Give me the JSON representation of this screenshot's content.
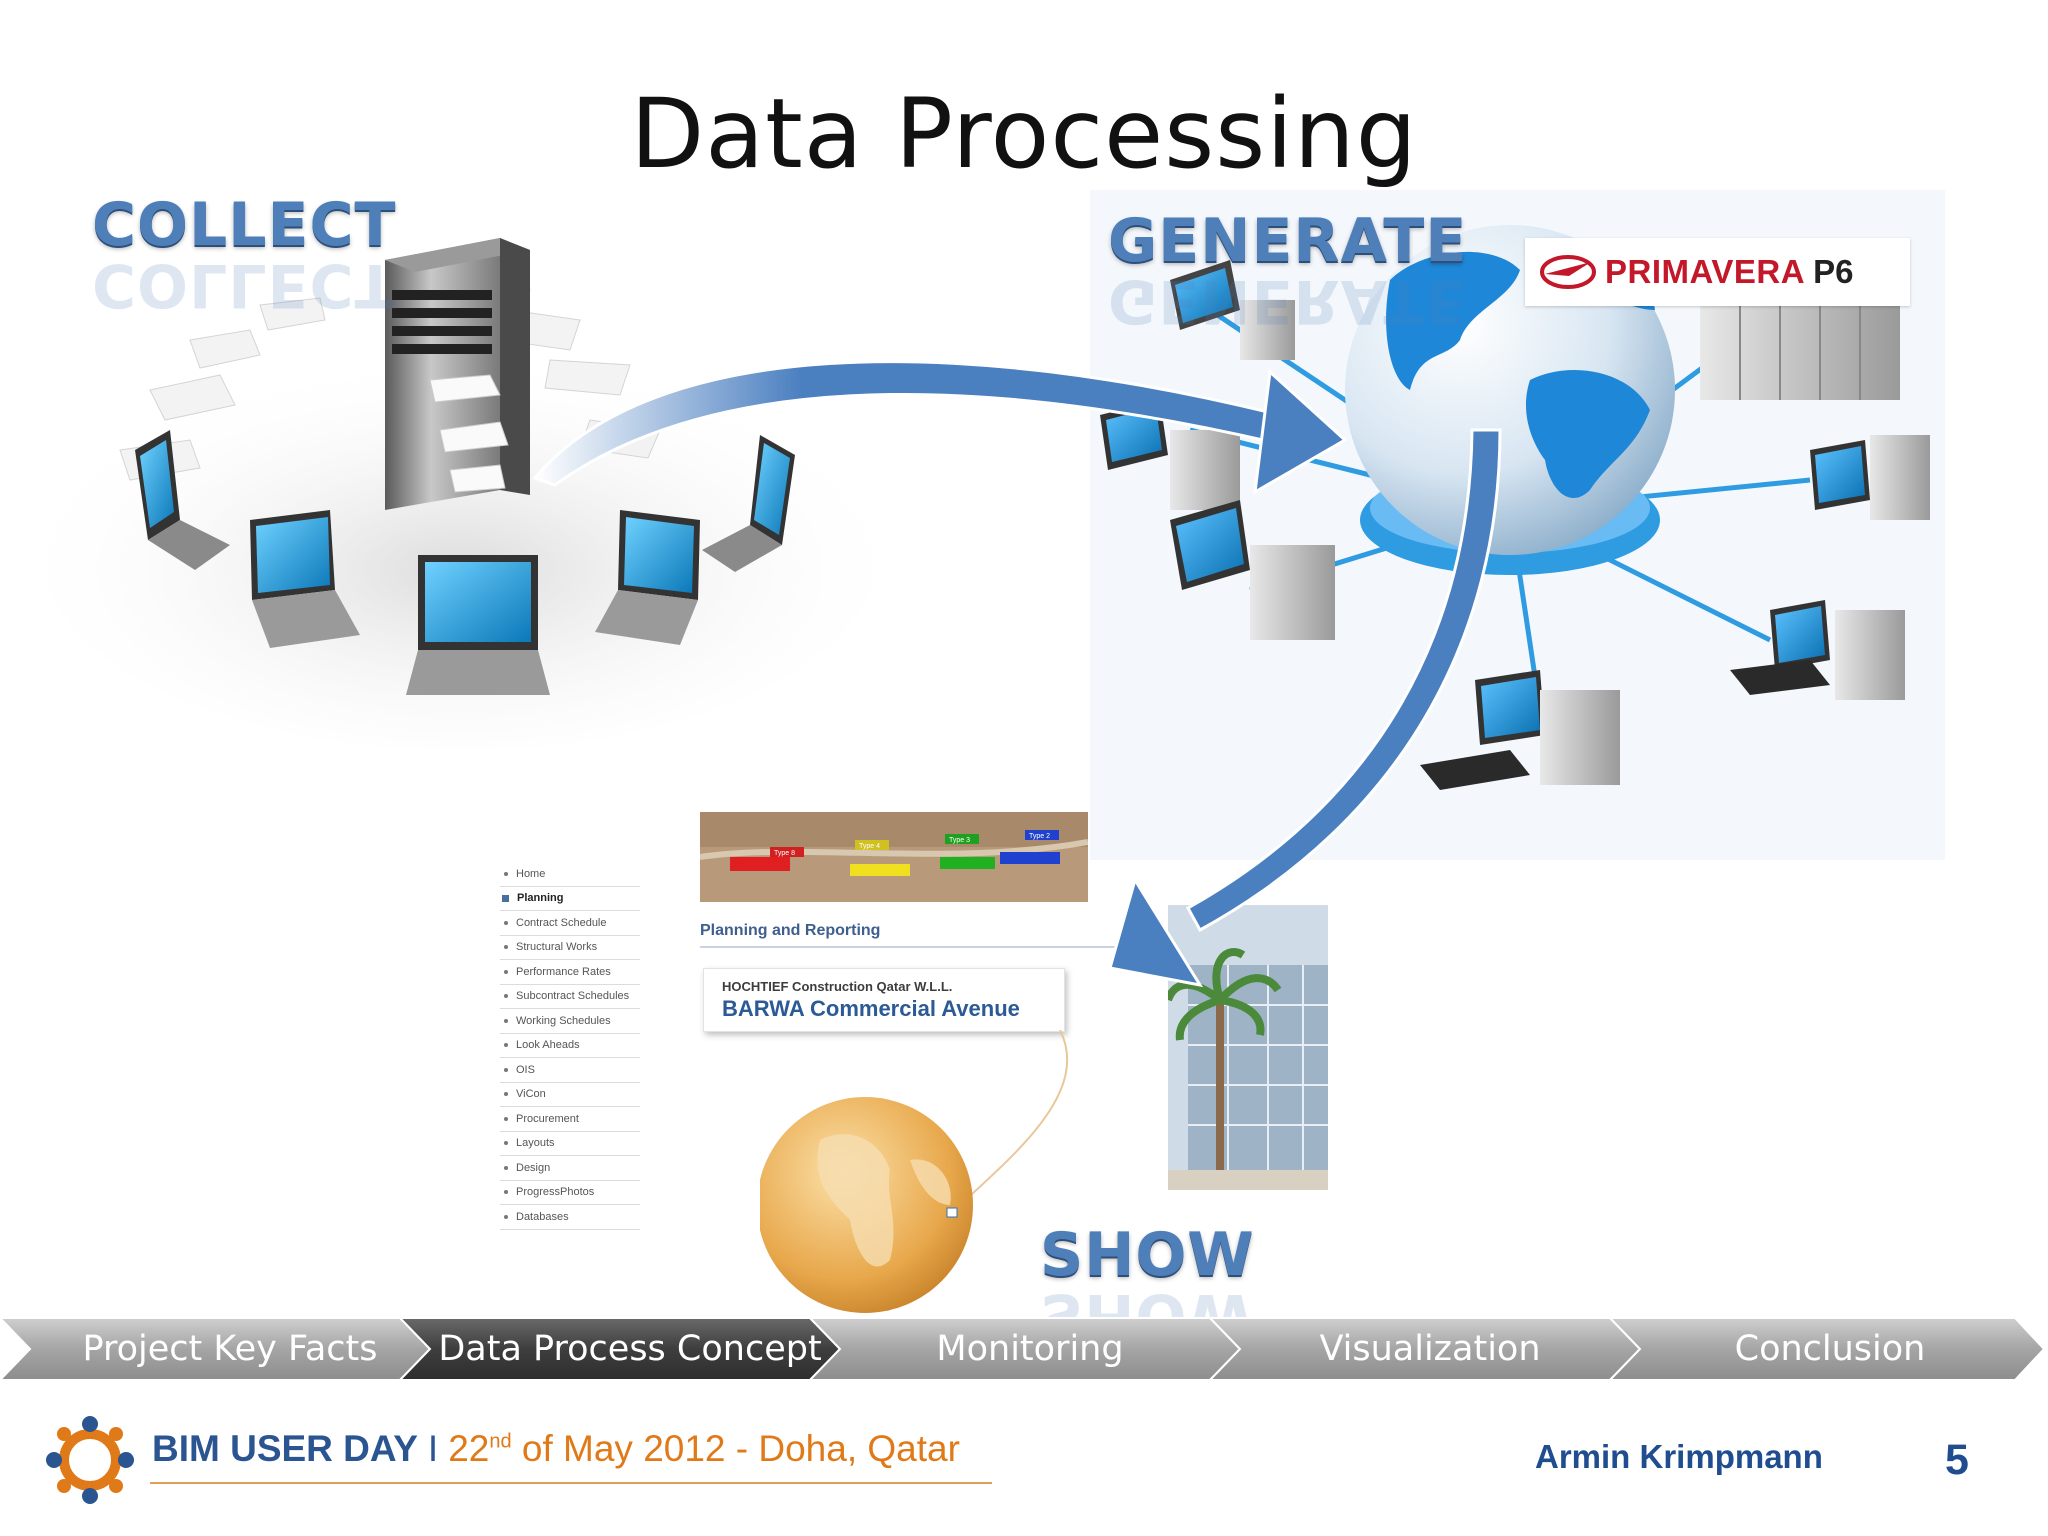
{
  "slide": {
    "title": "Data Processing",
    "page_number": "5"
  },
  "sections": {
    "collect": "COLLECT",
    "generate": "GENERATE",
    "show": "SHOW"
  },
  "primavera_logo": {
    "brand": "PRIMAVERA",
    "suffix": "P6",
    "brand_color": "#c3172a"
  },
  "website": {
    "nav_items": [
      "Home",
      "Planning",
      "Contract Schedule",
      "Structural Works",
      "Performance Rates",
      "Subcontract Schedules",
      "Working Schedules",
      "Look Aheads",
      "OIS",
      "ViCon",
      "Procurement",
      "Layouts",
      "Design",
      "ProgressPhotos",
      "Databases"
    ],
    "active_nav": "Planning",
    "heading": "Planning and Reporting",
    "company": "HOCHTIEF Construction Qatar W.L.L.",
    "project": "BARWA Commercial Avenue",
    "map_tags": [
      "Type 8",
      "Type 4",
      "Type 3",
      "Type 2"
    ]
  },
  "process_bar": {
    "steps": [
      {
        "label": "Project Key Facts",
        "active": false
      },
      {
        "label": "Data Process Concept",
        "active": true
      },
      {
        "label": "Monitoring",
        "active": false
      },
      {
        "label": "Visualization",
        "active": false
      },
      {
        "label": "Conclusion",
        "active": false
      }
    ],
    "colors": {
      "inactive": "#a9a9a9",
      "active": "#444444"
    }
  },
  "footer": {
    "event_name": "BIM USER DAY",
    "separator": "I",
    "date_day": "22",
    "date_suffix": "nd",
    "date_rest": " of May 2012 - Doha, Qatar",
    "presenter": "Armin Krimpmann"
  },
  "colors": {
    "accent_blue": "#4f7fb8",
    "arrow_blue": "#4a7fc0",
    "footer_blue": "#1f4d8f",
    "footer_orange": "#e07a18"
  },
  "icons": [
    "server-icon",
    "laptop-icon",
    "globe-icon",
    "network-computer-icon",
    "earth-globe-icon",
    "palm-tree-icon",
    "bim-logo-icon"
  ]
}
